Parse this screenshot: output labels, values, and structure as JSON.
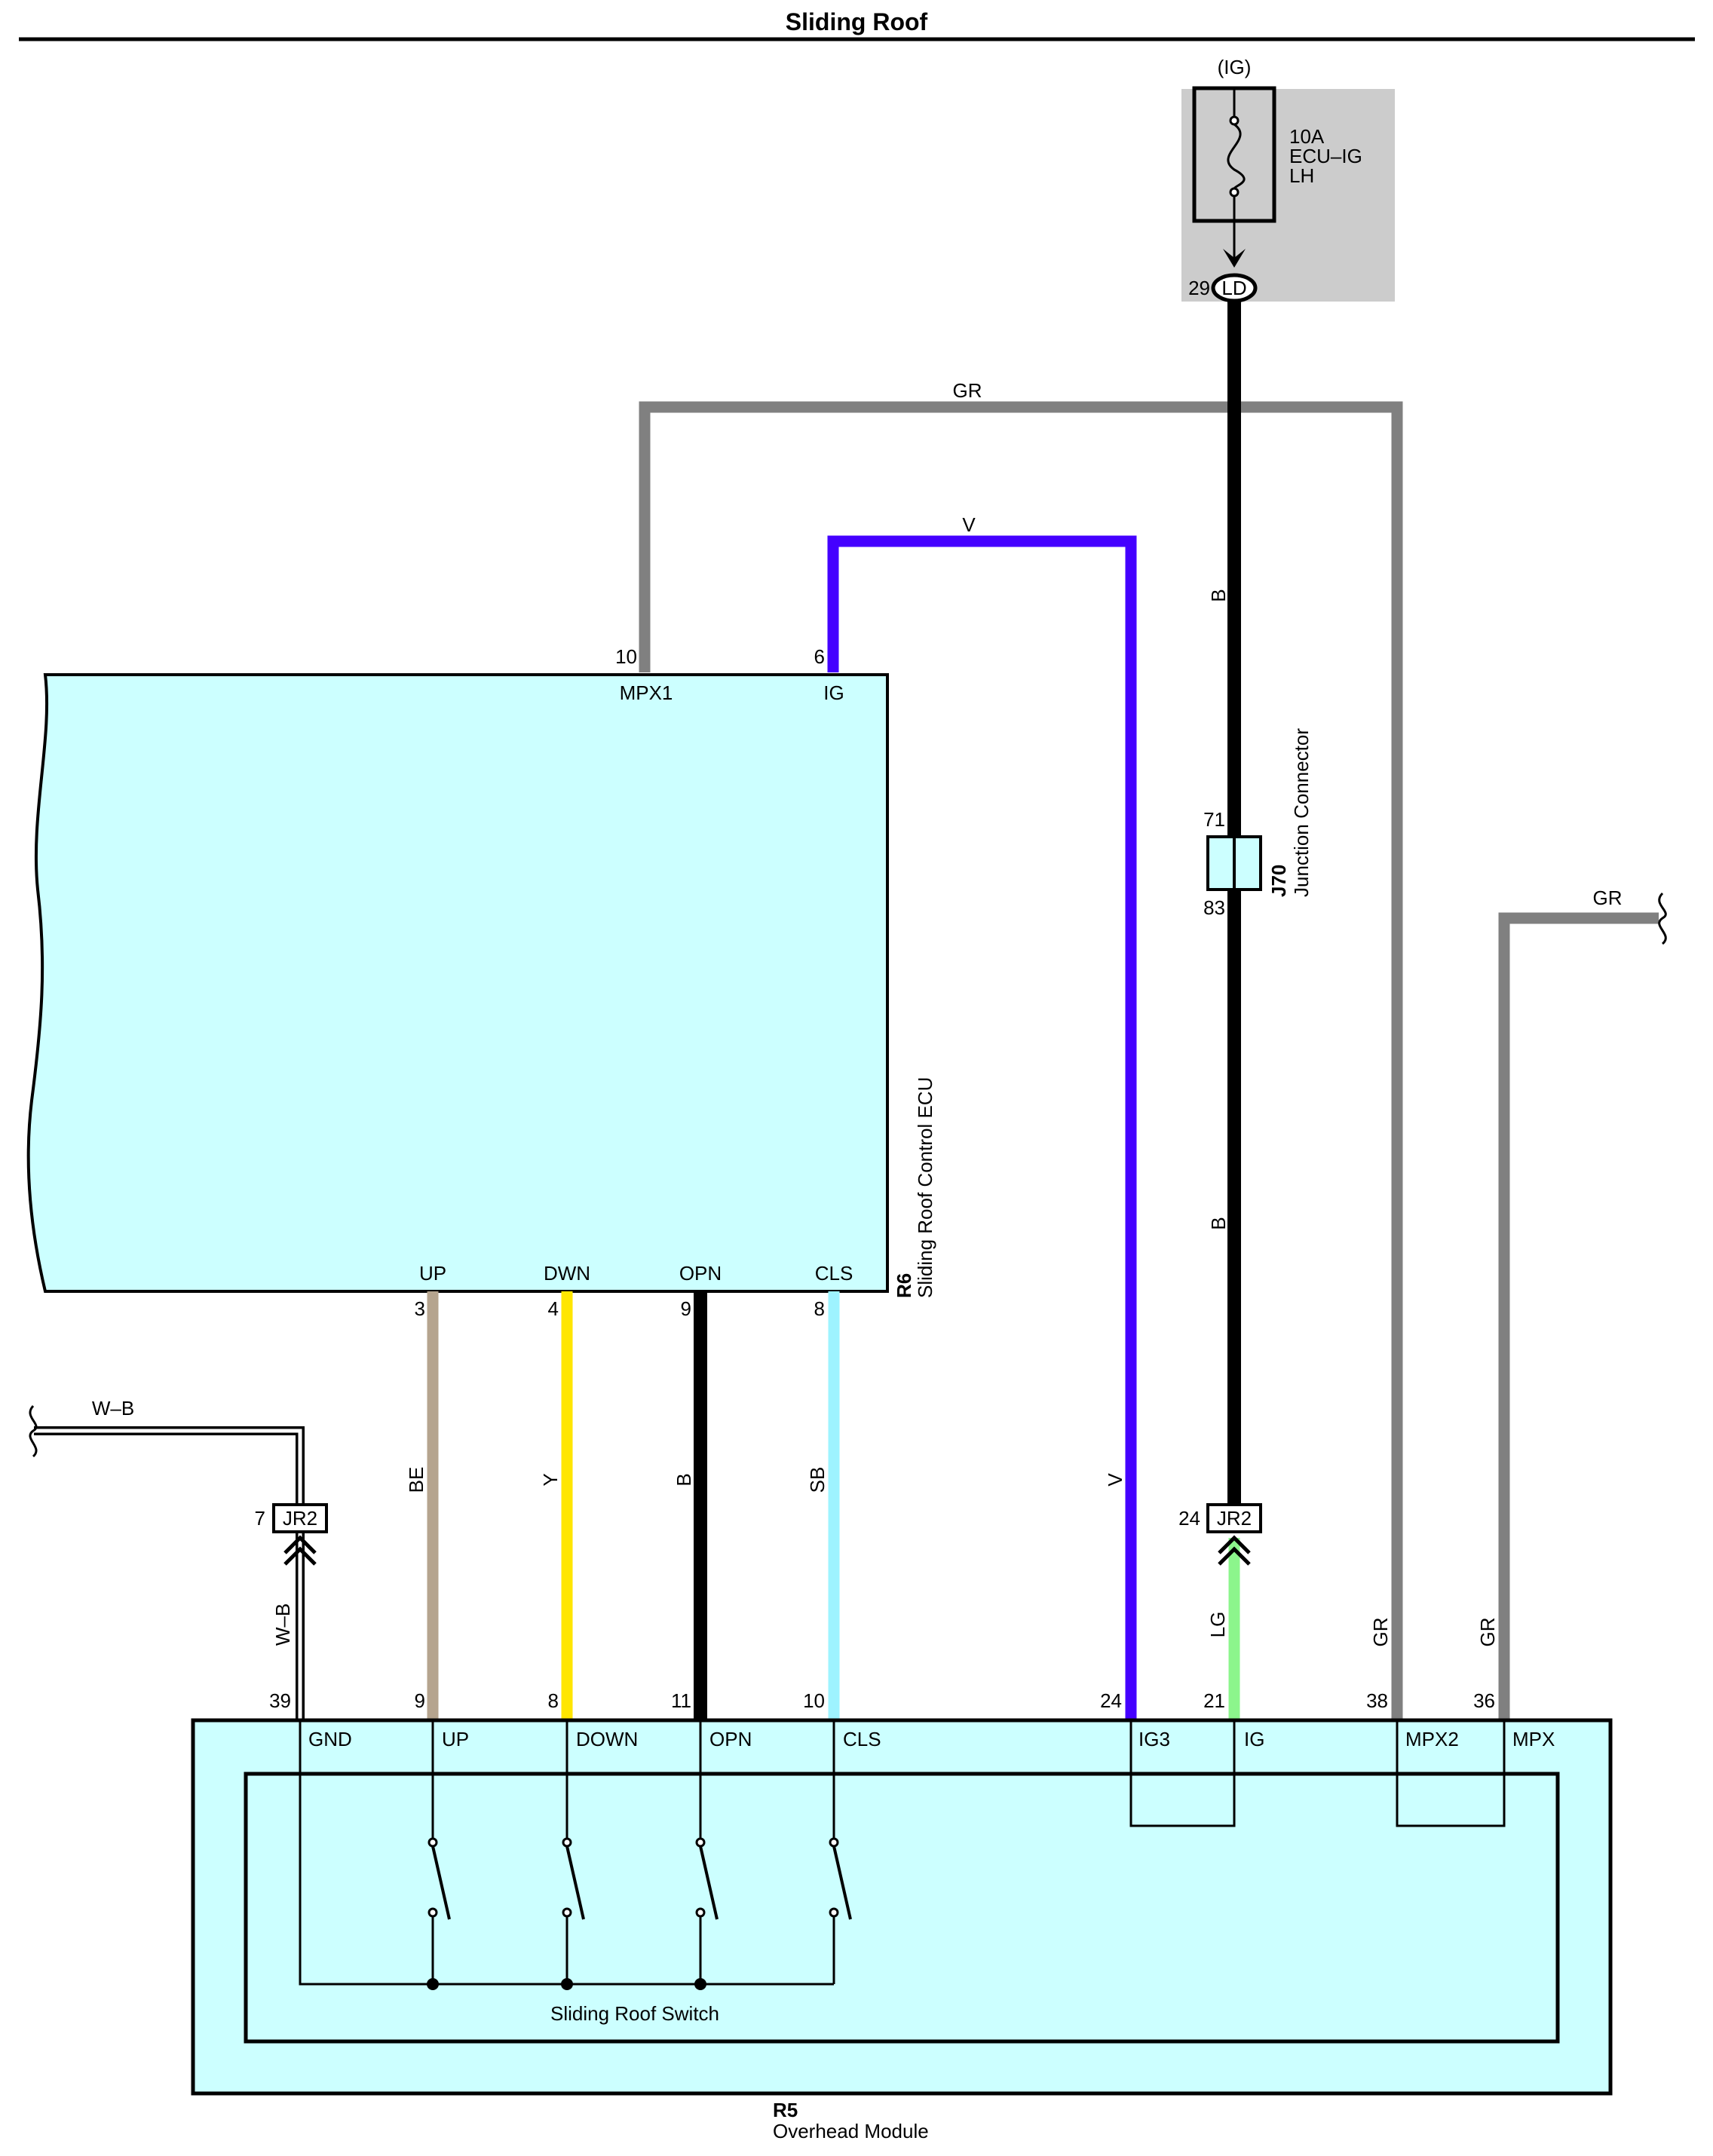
{
  "title": "Sliding Roof",
  "colors": {
    "GR": "#808080",
    "V": "#4400ff",
    "B": "#000000",
    "BE": "#b5a48e",
    "Y": "#ffe600",
    "SB": "#9ef3ff",
    "LG": "#8cf58c",
    "ecu_fill": "#ccffff",
    "fuse_box": "#cccccc"
  },
  "fuse": {
    "supply": "(IG)",
    "rating": "10A",
    "name_line1": "ECU–IG",
    "name_line2": "LH",
    "pin": "29",
    "connector": "LD"
  },
  "wire_labels": {
    "gr_top": "GR",
    "v_top": "V",
    "b_upper": "B",
    "b_lower": "B",
    "gr_right_stub": "GR",
    "wb_top": "W–B",
    "wb_vertical": "W–B",
    "be": "BE",
    "y": "Y",
    "b_opn": "B",
    "sb": "SB",
    "v_lower": "V",
    "lg": "LG",
    "gr_38": "GR",
    "gr_36": "GR"
  },
  "junction": {
    "id": "J70",
    "name": "Junction Connector",
    "pin_top": "71",
    "pin_bottom": "83"
  },
  "ecu": {
    "id": "R6",
    "name": "Sliding Roof Control ECU",
    "top_pins": [
      {
        "num": "10",
        "label": "MPX1"
      },
      {
        "num": "6",
        "label": "IG"
      }
    ],
    "bottom_pins": [
      {
        "num": "3",
        "label": "UP"
      },
      {
        "num": "4",
        "label": "DWN"
      },
      {
        "num": "9",
        "label": "OPN"
      },
      {
        "num": "8",
        "label": "CLS"
      }
    ]
  },
  "jr2_left": {
    "pin": "7",
    "label": "JR2"
  },
  "jr2_right": {
    "pin": "24",
    "label": "JR2"
  },
  "module": {
    "id": "R5",
    "name": "Overhead Module",
    "inner_name": "Sliding Roof Switch",
    "pins": [
      {
        "num": "39",
        "label": "GND"
      },
      {
        "num": "9",
        "label": "UP"
      },
      {
        "num": "8",
        "label": "DOWN"
      },
      {
        "num": "11",
        "label": "OPN"
      },
      {
        "num": "10",
        "label": "CLS"
      },
      {
        "num": "24",
        "label": "IG3"
      },
      {
        "num": "21",
        "label": "IG"
      },
      {
        "num": "38",
        "label": "MPX2"
      },
      {
        "num": "36",
        "label": "MPX"
      }
    ]
  }
}
